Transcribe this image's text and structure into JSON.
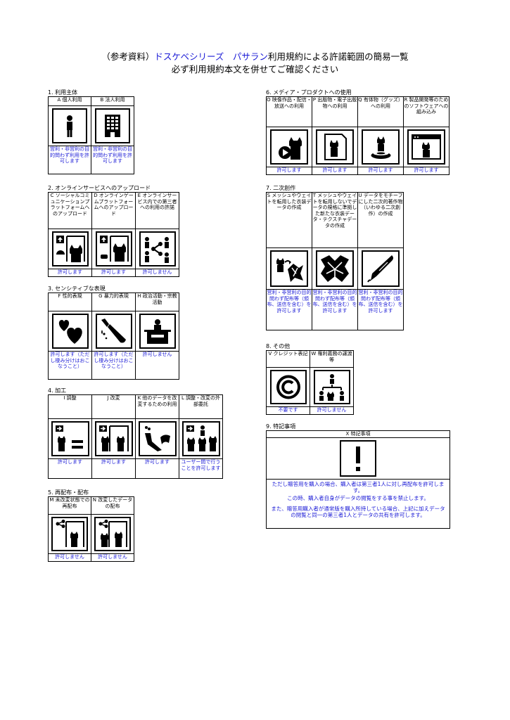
{
  "header": {
    "line1_a": "（参考資料）",
    "line1_b": "ドスケベシリーズ　パサラン",
    "line1_c": "利用規約による許諾範囲の簡易一覧",
    "line2": "必ず利用規約本文を併せてご確認ください"
  },
  "sections": {
    "s1": {
      "title": "1. 利用主体",
      "items": [
        {
          "label": "A 個人利用",
          "icon": "person-icon",
          "perm": "営利・非営利の目的問わず利用を許可します"
        },
        {
          "label": "B 法人利用",
          "icon": "building-icon",
          "perm": "営利・非営利の目的問わず利用を許可します"
        }
      ]
    },
    "s2": {
      "title": "2. オンラインサービスへのアップロード",
      "items": [
        {
          "label": "C ソーシャルコミュニケーションプラットフォームへのアップロード",
          "icon": "upload-social-icon",
          "perm": "許可します"
        },
        {
          "label": "D オンラインゲームプラットフォームへのアップロード",
          "icon": "upload-game-icon",
          "perm": "許可します"
        },
        {
          "label": "E オンラインサービス内での第三者への利用の許諾",
          "icon": "share-third-party-icon",
          "perm": "許可しません"
        }
      ]
    },
    "s3": {
      "title": "3. センシティブな表現",
      "items": [
        {
          "label": "F 性的表現",
          "icon": "hearts-icon",
          "perm": "許可します（ただし棲み分けはおこなうこと）"
        },
        {
          "label": "G 暴力的表現",
          "icon": "knife-icon",
          "perm": "許可します（ただし棲み分けはおこなうこと）"
        },
        {
          "label": "H 政治活動・宗教活動",
          "icon": "podium-icon",
          "perm": "許可しません"
        }
      ]
    },
    "s4": {
      "title": "4. 加工",
      "items": [
        {
          "label": "I 調整",
          "icon": "adjust-icon",
          "perm": "許可します"
        },
        {
          "label": "J 改変",
          "icon": "modify-icon",
          "perm": "許可します"
        },
        {
          "label": "K 他のデータを改変するための利用",
          "icon": "morph-icon",
          "perm": "許可します"
        },
        {
          "label": "L 調整・改変の外部委託",
          "icon": "outsource-icon",
          "perm": "ユーザー間で行うことを許可します"
        }
      ]
    },
    "s5": {
      "title": "5. 再配布・配布",
      "items": [
        {
          "label": "M 未改変状態での再配布",
          "icon": "redistribute-icon",
          "perm": "許可しません"
        },
        {
          "label": "N 改変したデータの配布",
          "icon": "distribute-modified-icon",
          "perm": "許可しません"
        }
      ]
    },
    "s6": {
      "title": "6. メディア・プロダクトへの使用",
      "items": [
        {
          "label": "O 映像作品・配信・放送への利用",
          "icon": "video-icon",
          "perm": "許可します"
        },
        {
          "label": "P 出版物・電子出版物への利用",
          "icon": "publication-icon",
          "perm": "許可します"
        },
        {
          "label": "Q 有体物（グッズ）への利用",
          "icon": "goods-icon",
          "perm": "許可します"
        },
        {
          "label": "R 製品開発等のためのソフトウェアへの組み込み",
          "icon": "software-icon",
          "perm": "許可します"
        }
      ]
    },
    "s7": {
      "title": "7. 二次創作",
      "items": [
        {
          "label": "S メッシュやウェイトを転用した衣装データの作成",
          "icon": "mesh-reuse-icon",
          "perm": "営利・非営利の目的問わず配布等（頒布、送信を含む）を許可します"
        },
        {
          "label": "T メッシュやウェイトを転用しないでデータの規格に準拠した新たな衣装データ・テクスチャデータの作成",
          "icon": "new-costume-icon",
          "perm": "営利・非営利の目的問わず配布等（頒布、送信を含む）を許可します"
        },
        {
          "label": "U データをモチーフにした二次的著作物（いわゆる二次創作）の作成",
          "icon": "pen-icon",
          "perm": "営利・非営利の目的問わず配布等（頒布、送信を含む）を許可します"
        }
      ]
    },
    "s8": {
      "title": "8. その他",
      "items": [
        {
          "label": "V クレジット表記",
          "icon": "copyright-icon",
          "perm": "不要です"
        },
        {
          "label": "W 権利義務の譲渡等",
          "icon": "transfer-icon",
          "perm": "許可しません"
        }
      ]
    },
    "s9": {
      "title": "9. 特記事項",
      "label": "X 特記事項",
      "icon": "exclamation-icon",
      "note1": "ただし贈答用を購入の場合、購入者は第三者1人に対し再配布を許可します。",
      "note2": "この時、購入者自身がデータの閲覧をする事を禁止します。",
      "note3": "また、贈答用購入者が通常版を購入所持している場合、上記に加えデータの閲覧と同一の第三者1人とデータの共有を許可します。"
    }
  }
}
